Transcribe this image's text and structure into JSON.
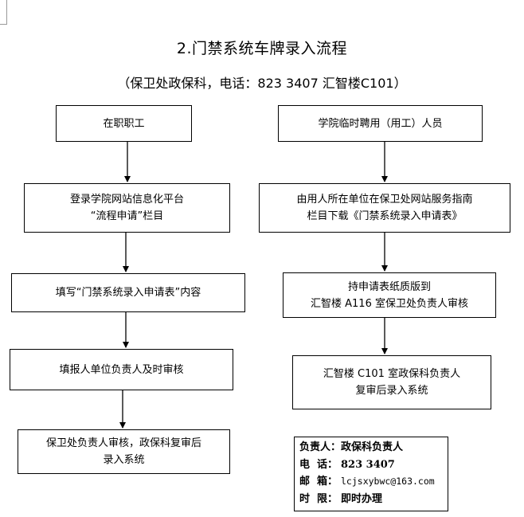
{
  "title": "2.门禁系统车牌录入流程",
  "subtitle": "（保卫处政保科，电话：823 3407 汇智楼C101）",
  "left_column": [
    {
      "lines": [
        "在职职工"
      ]
    },
    {
      "lines": [
        "登录学院网站信息化平台",
        "“流程申请”栏目"
      ]
    },
    {
      "lines": [
        "填写“门禁系统录入申请表”内容"
      ]
    },
    {
      "lines": [
        "填报人单位负责人及时审核"
      ]
    },
    {
      "lines": [
        "保卫处负责人审核，政保科复审后",
        "录入系统"
      ]
    }
  ],
  "right_column": [
    {
      "lines": [
        "学院临时聘用（用工）人员"
      ]
    },
    {
      "lines": [
        "由用人所在单位在保卫处网站服务指南",
        "栏目下载《门禁系统录入申请表》"
      ]
    },
    {
      "lines": [
        "持申请表纸质版到",
        "汇智楼 A116 室保卫处负责人审核"
      ]
    },
    {
      "lines": [
        "汇智楼 C101 室政保科负责人",
        "复审后录入系统"
      ]
    }
  ],
  "contact": {
    "responsible_label": "负责人：",
    "responsible_value": "政保科负责人",
    "phone_label": "电  话：",
    "phone_value": "823 3407",
    "email_label": "邮  箱：",
    "email_value": "lcjsxybwc@163.com",
    "time_label": "时  限：",
    "time_value": "即时办理"
  }
}
